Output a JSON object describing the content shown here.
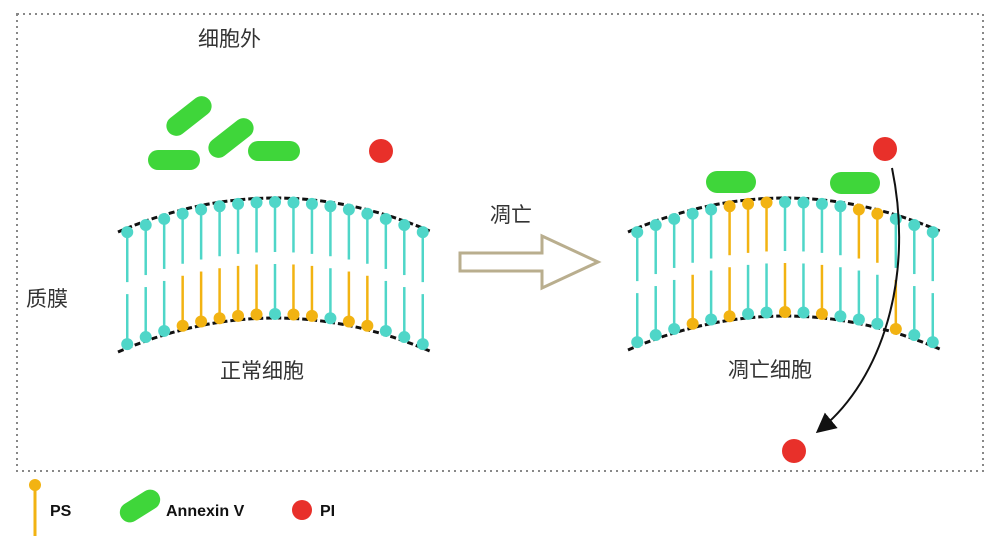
{
  "labels": {
    "outside": "细胞外",
    "membrane": "质膜",
    "normal_cell": "正常细胞",
    "apoptosis_arrow": "凋亡",
    "apoptotic_cell": "凋亡细胞"
  },
  "legend": {
    "ps": "PS",
    "annexin": "Annexin V",
    "pi": "PI"
  },
  "colors": {
    "lipid_head": "#4fd6c8",
    "lipid_tail": "#4fd6c8",
    "ps": "#f2b312",
    "annexin": "#3fd63a",
    "pi": "#e8302a",
    "membrane_edge": "#111111",
    "border": "#888888",
    "arrow": "#b9ae8e"
  }
}
